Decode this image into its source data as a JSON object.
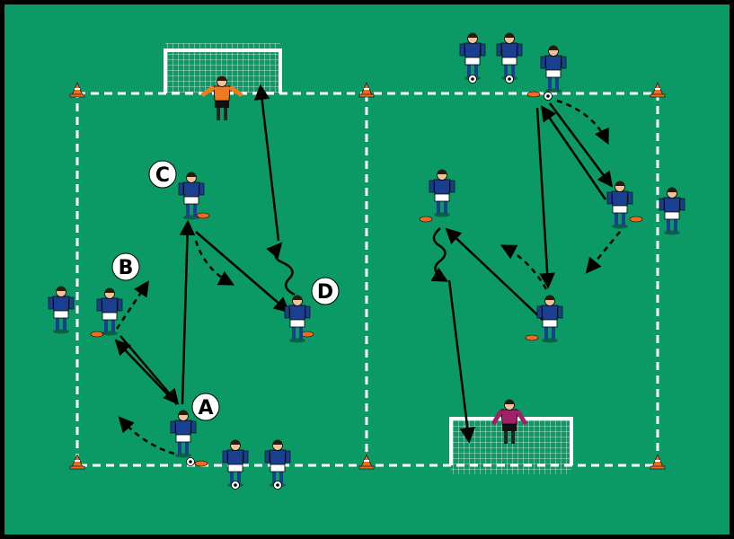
{
  "diagram": {
    "colors": {
      "pitch": "#0b9966",
      "lines": "#ffffff",
      "shirt": "#1b3f8f",
      "shorts": "#ffffff",
      "keeper_left": "#f07a20",
      "keeper_right": "#a0206a",
      "cone": "#f26a21",
      "arrow": "#000000"
    },
    "labels": {
      "a": "A",
      "b": "B",
      "c": "C",
      "d": "D"
    }
  }
}
